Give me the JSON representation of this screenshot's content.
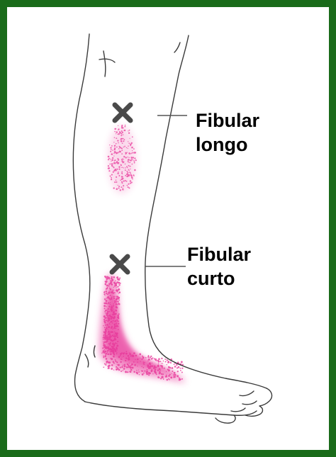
{
  "colors": {
    "frame": "#1a6b1a",
    "outline": "#3a3a3a",
    "marker": "#4a4a4a",
    "pain": "#e8389a"
  },
  "labels": {
    "fibular_longo": {
      "line1": "Fibular",
      "line2": "longo"
    },
    "fibular_curto": {
      "line1": "Fibular",
      "line2": "curto"
    }
  },
  "markers": [
    {
      "name": "trigger-point-marker-longo",
      "label": "Fibular longo"
    },
    {
      "name": "trigger-point-marker-curto",
      "label": "Fibular curto"
    }
  ]
}
